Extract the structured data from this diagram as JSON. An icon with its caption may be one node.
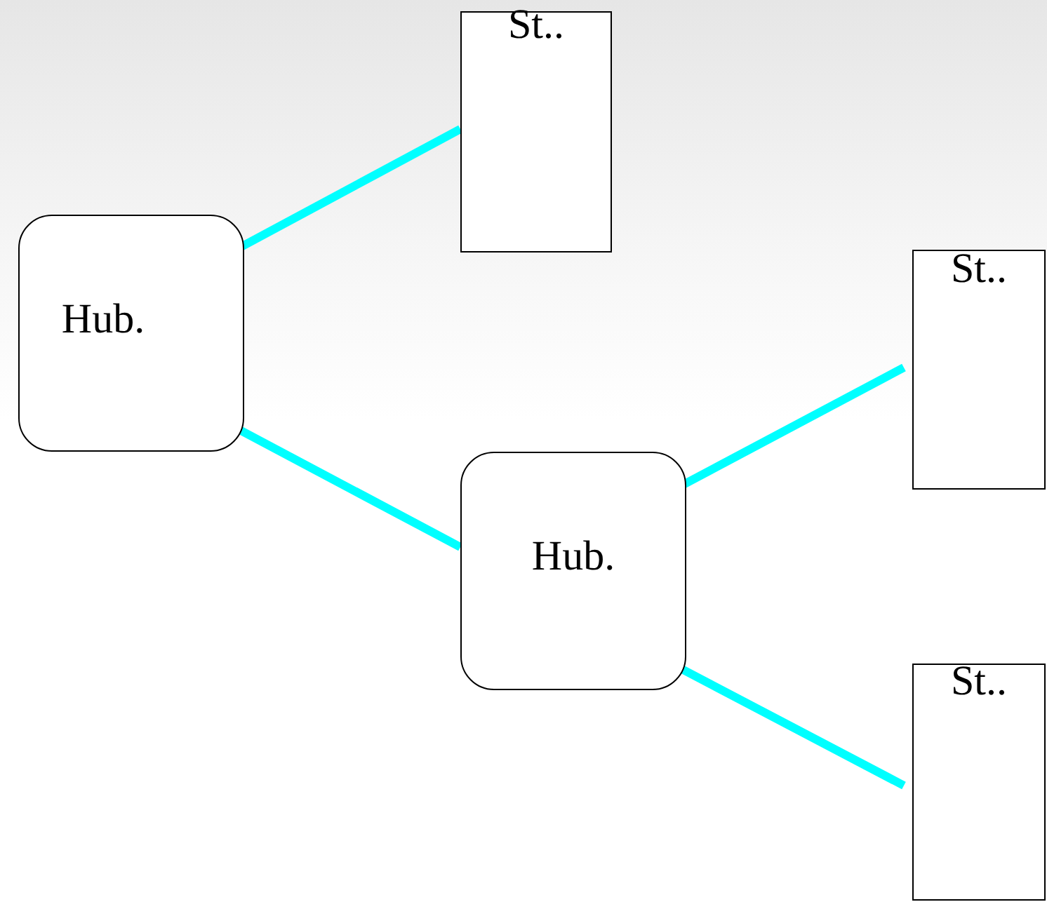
{
  "diagram": {
    "nodes": [
      {
        "text": [
          "Hub."
        ]
      },
      {
        "text": [
          "St.."
        ]
      },
      {
        "text": [
          "Hub."
        ]
      },
      {
        "text": [
          "St.."
        ]
      },
      {
        "text": [
          "St.."
        ]
      }
    ],
    "edges": [
      {
        "from": 0,
        "to": 1,
        "arrow": "none"
      },
      {
        "from": 0,
        "to": 2,
        "arrow": "none"
      },
      {
        "from": 2,
        "to": 3,
        "arrow": "none"
      },
      {
        "from": 2,
        "to": 4,
        "arrow": "none"
      }
    ]
  }
}
